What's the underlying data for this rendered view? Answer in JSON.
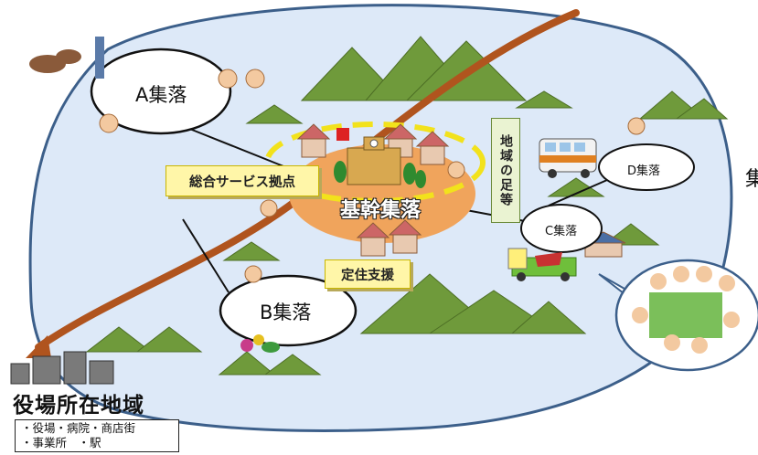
{
  "settlements": {
    "a": "A集落",
    "b": "B集落",
    "c": "C集落",
    "d": "D集落",
    "core": "基幹集落"
  },
  "labels": {
    "service_hub": "総合サービス拠点",
    "settlement_support": "定住支援",
    "transport": "地域の足等"
  },
  "town_hall_region": {
    "title": "役場所在地域",
    "facilities_line1": "・役場・病院・商店街",
    "facilities_line2": "・事業所　・駅"
  },
  "edge_text": "集",
  "colors": {
    "road": "#b0541e",
    "region_fill": "#dde9f8",
    "region_stroke": "#3c5f8a",
    "core_fill": "#f0a45c",
    "core_dash": "#f2e21c",
    "mountain": "#6f9a3b"
  }
}
